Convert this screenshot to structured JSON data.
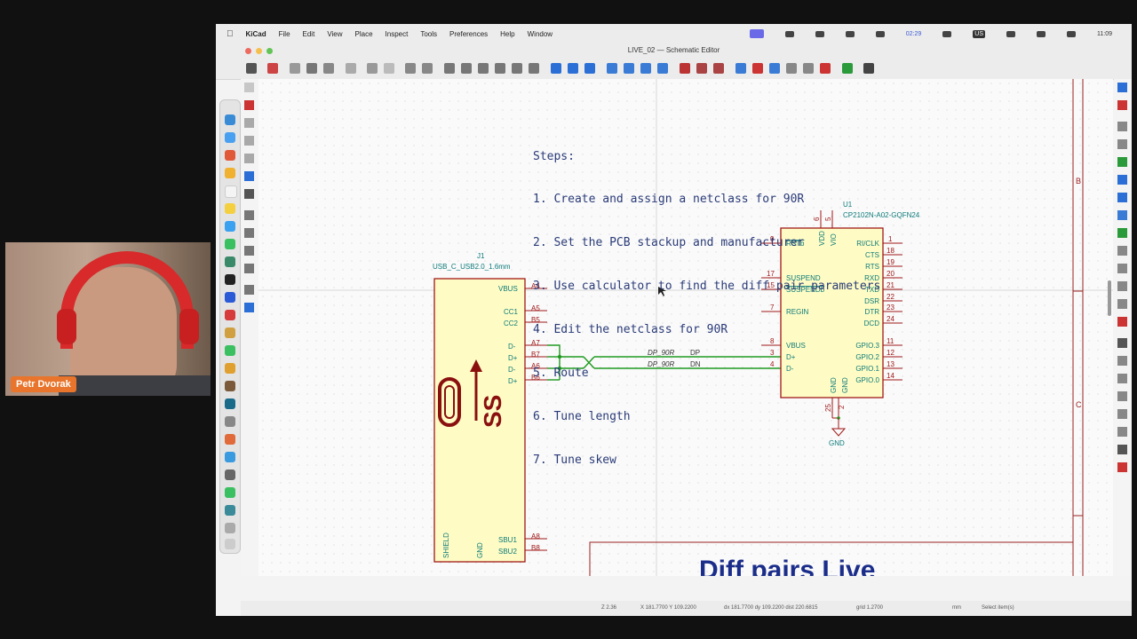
{
  "menubar": {
    "app": "KiCad",
    "items": [
      "File",
      "Edit",
      "View",
      "Place",
      "Inspect",
      "Tools",
      "Preferences",
      "Help",
      "Window"
    ],
    "time_badge": "02:29",
    "lang": "US",
    "clock": "11:09"
  },
  "window": {
    "title": "LIVE_02 — Schematic Editor"
  },
  "schematic": {
    "steps": [
      "Steps:",
      "1. Create and assign a netclass for 90R",
      "2. Set the PCB stackup and manufacturer",
      "3. Use calculator to find the diff pair parameters",
      "4. Edit the netclass for 90R",
      "5. Route",
      "6. Tune length",
      "7. Tune skew"
    ],
    "j1": {
      "ref": "J1",
      "value": "USB_C_USB2.0_1.6mm",
      "pins_left": [
        "VBUS",
        "CC1",
        "CC2",
        "D-",
        "D+",
        "D-",
        "D+"
      ],
      "pin_nums": [
        "A4",
        "A5",
        "B5",
        "A7",
        "B7",
        "A6",
        "B6"
      ],
      "sbu": [
        "SBU1",
        "SBU2"
      ],
      "sbu_nums": [
        "A8",
        "B8"
      ],
      "shield": "SHIELD",
      "gnd": "GND",
      "logo": "SS"
    },
    "u1": {
      "ref": "U1",
      "value": "CP2102N-A02-GQFN24",
      "left_pins": [
        {
          "num": "9",
          "name": "RSTb"
        },
        {
          "num": "17",
          "name": "SUSPEND"
        },
        {
          "num": "15",
          "name": "SUSPENDb"
        },
        {
          "num": "7",
          "name": "REGIN"
        },
        {
          "num": "8",
          "name": "VBUS"
        },
        {
          "num": "3",
          "name": "D+"
        },
        {
          "num": "4",
          "name": "D-"
        }
      ],
      "right_pins": [
        {
          "num": "1",
          "name": "RI/CLK"
        },
        {
          "num": "18",
          "name": "CTS"
        },
        {
          "num": "19",
          "name": "RTS"
        },
        {
          "num": "20",
          "name": "RXD"
        },
        {
          "num": "21",
          "name": "TXD"
        },
        {
          "num": "22",
          "name": "DSR"
        },
        {
          "num": "23",
          "name": "DTR"
        },
        {
          "num": "24",
          "name": "DCD"
        },
        {
          "num": "11",
          "name": "GPIO.3"
        },
        {
          "num": "12",
          "name": "GPIO.2"
        },
        {
          "num": "13",
          "name": "GPIO.1"
        },
        {
          "num": "14",
          "name": "GPIO.0"
        }
      ],
      "top_pins": [
        {
          "num": "6",
          "name": "VDD"
        },
        {
          "num": "5",
          "name": "VIO"
        }
      ],
      "bottom_pins": [
        {
          "num": "25",
          "name": "GND"
        },
        {
          "num": "2",
          "name": "GND"
        }
      ],
      "gnd_label": "GND"
    },
    "nets": {
      "dp_class": "DP_90R",
      "dn_class": "DP_90R",
      "dp": "DP",
      "dn": "DN"
    },
    "border": {
      "b": "B",
      "c": "C"
    },
    "title_block": "Diff pairs Live"
  },
  "statusbar": {
    "zoom": "Z 2.36",
    "xy": "X 181.7700  Y 109.2200",
    "dxdy": "dx 181.7700  dy 109.2200  dist 220.6815",
    "grid": "grid 1.2700",
    "units": "mm",
    "mode": "Select item(s)"
  },
  "presenter": {
    "name": "Petr Dvorak"
  },
  "colors": {
    "wire": "#1f9a1f",
    "symbol_body": "#fefcc4",
    "symbol_border": "#a01818",
    "text": "#0d7a7a",
    "steps": "#2a3b78"
  }
}
